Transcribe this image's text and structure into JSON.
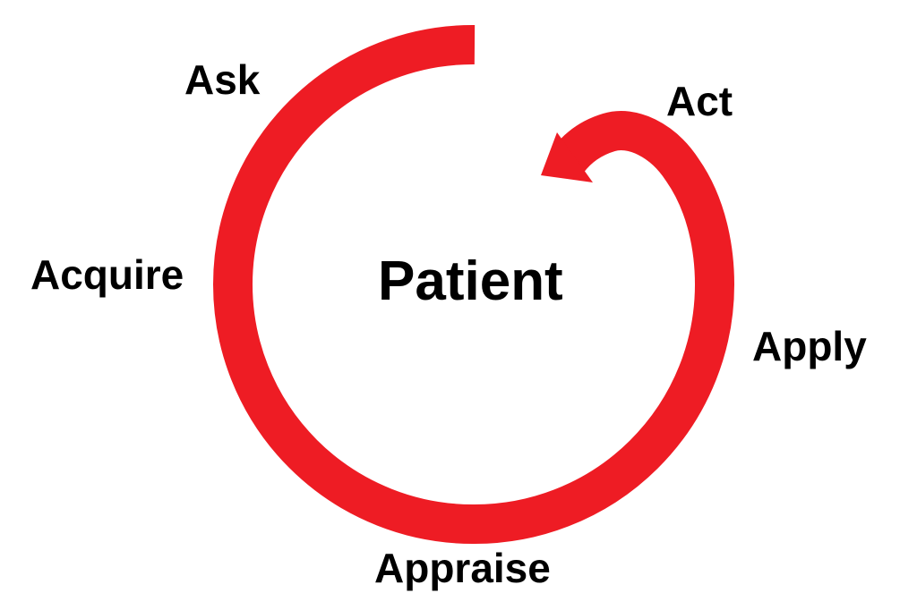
{
  "diagram": {
    "center_label": "Patient",
    "steps": [
      {
        "id": "ask",
        "label": "Ask"
      },
      {
        "id": "acquire",
        "label": "Acquire"
      },
      {
        "id": "appraise",
        "label": "Appraise"
      },
      {
        "id": "apply",
        "label": "Apply"
      },
      {
        "id": "act",
        "label": "Act"
      }
    ],
    "colors": {
      "arrow": "#ee1c24",
      "text": "#000000",
      "background": "#ffffff"
    }
  }
}
